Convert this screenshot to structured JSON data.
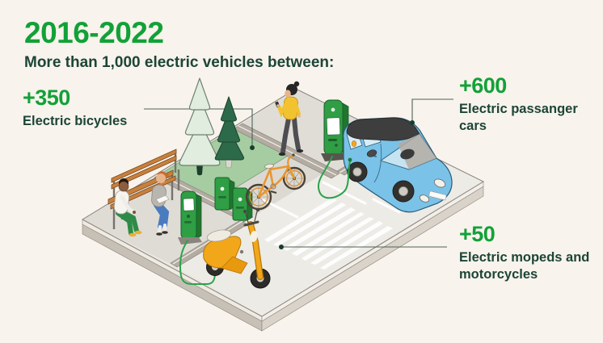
{
  "header": {
    "title": "2016-2022",
    "subtitle": "More than 1,000 electric vehicles between:"
  },
  "stats": [
    {
      "id": "bicycles",
      "value": "+350",
      "label": "Electric bicycles"
    },
    {
      "id": "cars",
      "value": "+600",
      "label": "Electric passanger cars"
    },
    {
      "id": "mopeds",
      "value": "+50",
      "label": "Electric mopeds and motorcycles"
    }
  ],
  "colors": {
    "background": "#F8F3EC",
    "accent_green": "#12A138",
    "text_dark": "#1D4537",
    "grass_green": "#A5CDA1",
    "station_green": "#2F9E44",
    "car_blue": "#7AC2E8",
    "scooter_orange": "#F2A71B",
    "bench_wood": "#C8803C",
    "cable_green": "#2BA24B"
  },
  "scene": {
    "description": "Isometric street scene: pedestrians, park bench, pine trees, EV charging stations, electric bicycle, electric scooter and electric car beside a zebra crossing"
  }
}
